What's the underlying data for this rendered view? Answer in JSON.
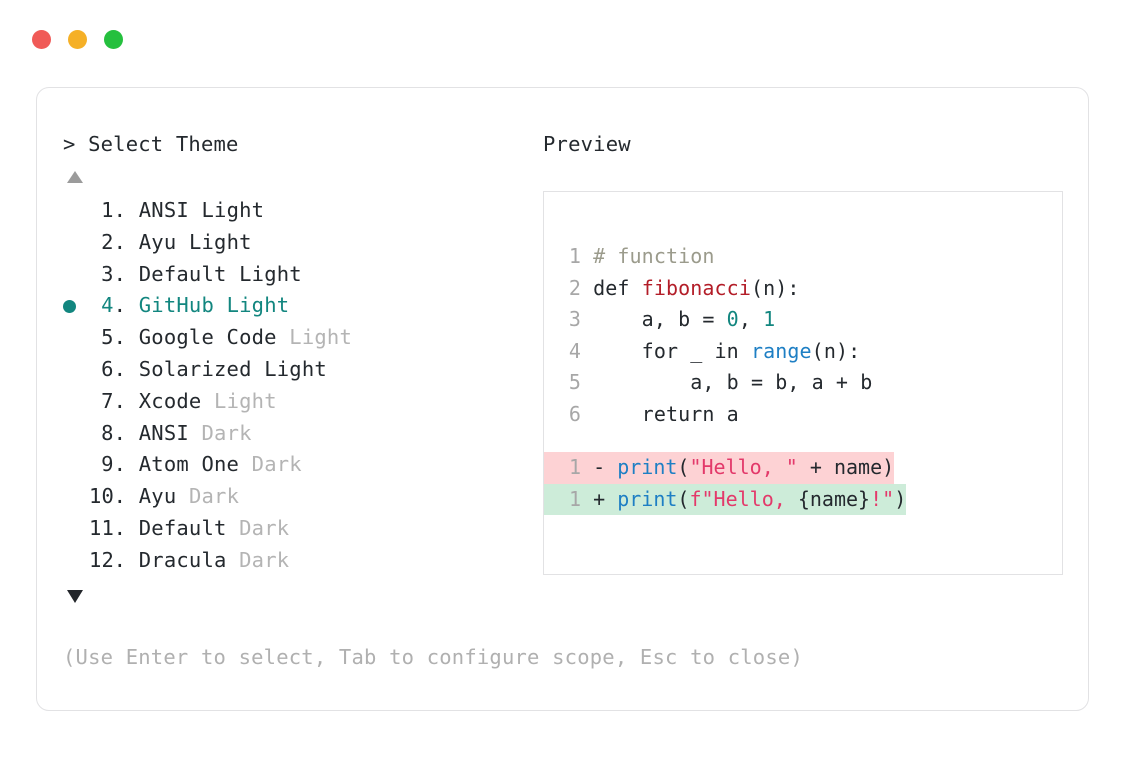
{
  "window": {
    "traffic_lights": [
      {
        "name": "close",
        "color": "#f05a57"
      },
      {
        "name": "minimize",
        "color": "#f5b027"
      },
      {
        "name": "maximize",
        "color": "#25c03e"
      }
    ]
  },
  "prompt": {
    "heading": "> Select Theme",
    "scroll_up_indicator": "▲",
    "scroll_down_indicator": "▼",
    "selected_index": 4,
    "accent_color": "#12867f",
    "muted_color": "#b4b4b4",
    "items": [
      {
        "index": "1",
        "name": "ANSI",
        "variant": " Light",
        "variant_muted": false,
        "selected": false
      },
      {
        "index": "2",
        "name": "Ayu",
        "variant": " Light",
        "variant_muted": false,
        "selected": false
      },
      {
        "index": "3",
        "name": "Default",
        "variant": " Light",
        "variant_muted": false,
        "selected": false
      },
      {
        "index": "4",
        "name": "GitHub",
        "variant": " Light",
        "variant_muted": false,
        "selected": true
      },
      {
        "index": "5",
        "name": "Google Code",
        "variant": " Light",
        "variant_muted": true,
        "selected": false
      },
      {
        "index": "6",
        "name": "Solarized",
        "variant": " Light",
        "variant_muted": false,
        "selected": false
      },
      {
        "index": "7",
        "name": "Xcode",
        "variant": " Light",
        "variant_muted": true,
        "selected": false
      },
      {
        "index": "8",
        "name": "ANSI",
        "variant": " Dark",
        "variant_muted": true,
        "selected": false
      },
      {
        "index": "9",
        "name": "Atom One",
        "variant": " Dark",
        "variant_muted": true,
        "selected": false
      },
      {
        "index": "10",
        "name": "Ayu",
        "variant": " Dark",
        "variant_muted": true,
        "selected": false
      },
      {
        "index": "11",
        "name": "Default",
        "variant": " Dark",
        "variant_muted": true,
        "selected": false
      },
      {
        "index": "12",
        "name": "Dracula",
        "variant": " Dark",
        "variant_muted": true,
        "selected": false
      }
    ],
    "footer_hint": "(Use Enter to select, Tab to configure scope, Esc to close)"
  },
  "preview": {
    "heading": "Preview",
    "code_lines": [
      {
        "number": "1",
        "tokens": [
          {
            "t": "# function",
            "c": "tok-comment"
          }
        ]
      },
      {
        "number": "2",
        "tokens": [
          {
            "t": "def ",
            "c": ""
          },
          {
            "t": "fibonacci",
            "c": "tok-fn"
          },
          {
            "t": "(n):",
            "c": ""
          }
        ]
      },
      {
        "number": "3",
        "tokens": [
          {
            "t": "    a, b = ",
            "c": ""
          },
          {
            "t": "0",
            "c": "tok-num"
          },
          {
            "t": ", ",
            "c": ""
          },
          {
            "t": "1",
            "c": "tok-num"
          }
        ]
      },
      {
        "number": "4",
        "tokens": [
          {
            "t": "    for _ in ",
            "c": ""
          },
          {
            "t": "range",
            "c": "tok-builtin"
          },
          {
            "t": "(n):",
            "c": ""
          }
        ]
      },
      {
        "number": "5",
        "tokens": [
          {
            "t": "        a, b = b, a + b",
            "c": ""
          }
        ]
      },
      {
        "number": "6",
        "tokens": [
          {
            "t": "    return a",
            "c": ""
          }
        ]
      }
    ],
    "diff_lines": [
      {
        "number": "1",
        "marker": "-",
        "kind": "removed",
        "background": "#fdd2d4",
        "tokens": [
          {
            "t": " ",
            "c": ""
          },
          {
            "t": "print",
            "c": "tok-call"
          },
          {
            "t": "(",
            "c": ""
          },
          {
            "t": "\"Hello, \"",
            "c": "tok-str"
          },
          {
            "t": " + name)",
            "c": ""
          }
        ]
      },
      {
        "number": "1",
        "marker": "+",
        "kind": "added",
        "background": "#cdecd9",
        "tokens": [
          {
            "t": " ",
            "c": ""
          },
          {
            "t": "print",
            "c": "tok-call"
          },
          {
            "t": "(",
            "c": ""
          },
          {
            "t": "f\"Hello, ",
            "c": "tok-str"
          },
          {
            "t": "{name}",
            "c": ""
          },
          {
            "t": "!\"",
            "c": "tok-str"
          },
          {
            "t": ")",
            "c": ""
          }
        ]
      }
    ]
  }
}
